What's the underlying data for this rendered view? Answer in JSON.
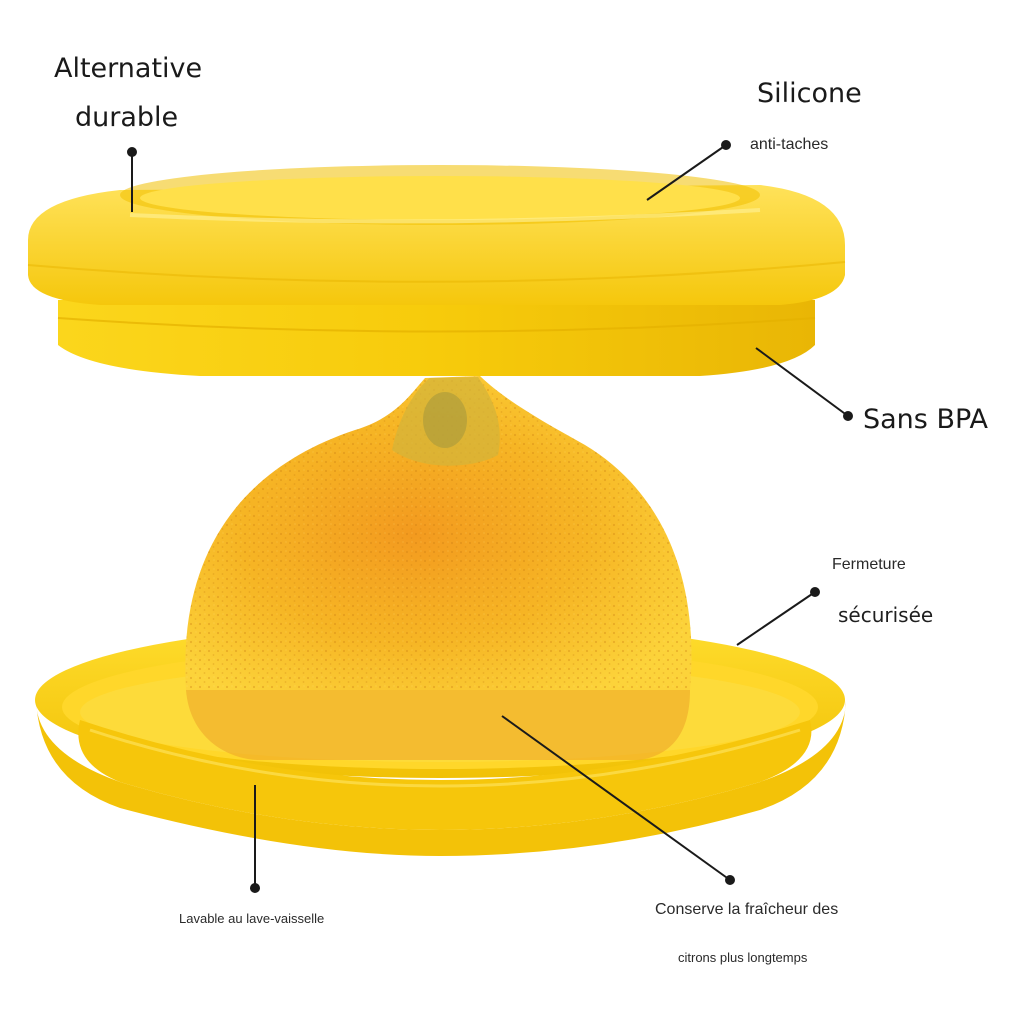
{
  "colors": {
    "container_yellow": "#F8CF10",
    "container_shade": "#E2B000",
    "lemon_base": "#F2A41E",
    "lemon_highlight": "#FFD23A",
    "stem_green": "#B6A23A",
    "leader_line": "#1A1A1A"
  },
  "labels": {
    "alternative_line1": "Alternative",
    "alternative_line2": "durable",
    "silicone": "Silicone",
    "anti_taches": "anti-taches",
    "sans_bpa": "Sans BPA",
    "fermeture": "Fermeture",
    "securisee": "sécurisée",
    "lavable": "Lavable au lave-vaisselle",
    "conserve_line1": "Conserve la fraîcheur des",
    "conserve_line2": "citrons plus longtemps"
  }
}
